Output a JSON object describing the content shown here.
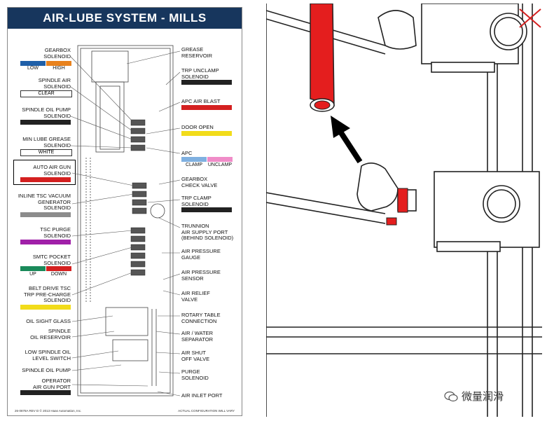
{
  "title": "AIR-LUBE SYSTEM - MILLS",
  "left_labels": [
    {
      "id": "gearbox",
      "text": "GEARBOX\nSOLENOID"
    },
    {
      "id": "spindle-air",
      "text": "SPINDLE AIR\nSOLENOID"
    },
    {
      "id": "spindle-oil-pump",
      "text": "SPINDLE OIL PUMP\nSOLENOID"
    },
    {
      "id": "min-lube",
      "text": "MIN LUBE GREASE\nSOLENOID"
    },
    {
      "id": "auto-air-gun",
      "text": "AUTO AIR GUN\nSOLENOID"
    },
    {
      "id": "inline-tsc",
      "text": "INLINE TSC VACUUM\nGENERATOR\nSOLENOID"
    },
    {
      "id": "tsc-purge",
      "text": "TSC PURGE\nSOLENOID"
    },
    {
      "id": "smtc-pocket",
      "text": "SMTC POCKET\nSOLENOID"
    },
    {
      "id": "belt-drive",
      "text": "BELT DRIVE TSC\nTRP PRE-CHARGE\nSOLENOID"
    },
    {
      "id": "oil-sight",
      "text": "OIL SIGHT GLASS"
    },
    {
      "id": "spindle-reservoir",
      "text": "SPINDLE\nOIL RESERVOIR"
    },
    {
      "id": "low-spindle-oil",
      "text": "LOW SPINDLE OIL\nLEVEL SWITCH"
    },
    {
      "id": "spindle-oil-pump-2",
      "text": "SPINDLE OIL PUMP"
    },
    {
      "id": "operator-air-gun",
      "text": "OPERATOR\nAIR GUN PORT"
    }
  ],
  "right_labels": [
    {
      "id": "grease-reservoir",
      "text": "GREASE\nRESERVOIR"
    },
    {
      "id": "trp-unclamp",
      "text": "TRP UNCLAMP\nSOLENOID"
    },
    {
      "id": "apc-air-blast",
      "text": "APC AIR BLAST"
    },
    {
      "id": "door-open",
      "text": "DOOR OPEN"
    },
    {
      "id": "apc",
      "text": "APC"
    },
    {
      "id": "gearbox-check",
      "text": "GEARBOX\nCHECK VALVE"
    },
    {
      "id": "trp-clamp",
      "text": "TRP CLAMP\nSOLENOID"
    },
    {
      "id": "trunnion",
      "text": "TRUNNION\nAIR SUPPLY PORT\n(BEHIND SOLENOID)"
    },
    {
      "id": "air-pressure-gauge",
      "text": "AIR PRESSURE\nGAUGE"
    },
    {
      "id": "air-pressure-sensor",
      "text": "AIR PRESSURE\nSENSOR"
    },
    {
      "id": "air-relief",
      "text": "AIR RELIEF\nVALVE"
    },
    {
      "id": "rotary-table",
      "text": "ROTARY TABLE\nCONNECTION"
    },
    {
      "id": "air-water",
      "text": "AIR / WATER\nSEPARATOR"
    },
    {
      "id": "air-shut-off",
      "text": "AIR SHUT\nOFF VALVE"
    },
    {
      "id": "purge",
      "text": "PURGE\nSOLENOID"
    },
    {
      "id": "air-inlet",
      "text": "AIR INLET PORT"
    }
  ],
  "sublabels": {
    "low": "LOW",
    "high": "HIGH",
    "clear": "CLEAR",
    "white": "WHITE",
    "clamp": "CLAMP",
    "unclamp": "UNCLAMP",
    "up": "UP",
    "down": "DOWN"
  },
  "colors": {
    "title_bg": "#17365d",
    "blue": "#1f5fa8",
    "orange": "#e8821e",
    "black": "#222222",
    "red": "#d42020",
    "yellow": "#f2dc1a",
    "light_blue": "#7fb0e0",
    "pink": "#f08cc8",
    "grey": "#8c8c8c",
    "purple": "#a020a8",
    "green": "#1a8a5a",
    "tube_red": "#e41e1e"
  },
  "footer_left": "26-0878A REV D  © 2013 Haas Automation, Inc.",
  "footer_right": "ACTUAL CONFIGURATION WILL VARY",
  "watermark": "微量润滑"
}
